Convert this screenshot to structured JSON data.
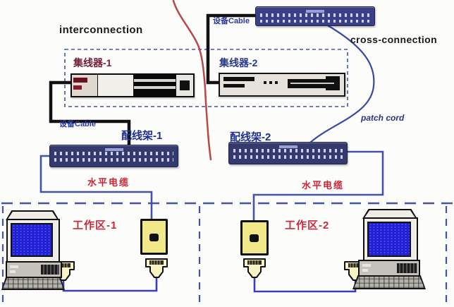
{
  "sections": {
    "interconnection": "interconnection",
    "cross_connection": "cross-connection"
  },
  "devices": {
    "hub1": "集线器-1",
    "hub2": "集线器-2",
    "panel1": "配线架-1",
    "panel2": "配线架-2"
  },
  "cables": {
    "equipment_cable_1": "设备Cable",
    "equipment_cable_2": "设备Cable",
    "patch_cord": "patch cord",
    "horizontal_cable_1": "水平电缆",
    "horizontal_cable_2": "水平电缆"
  },
  "work_areas": {
    "area1": "工作区-1",
    "area2": "工作区-2"
  },
  "colors": {
    "background": "#fcfcfa",
    "cable_black": "#111111",
    "cable_blue": "#4553a5",
    "work_cable_blue": "#3c3cc0",
    "divider_red": "#b84848",
    "label_red": "#cc2436",
    "label_maroon": "#732036",
    "label_blue": "#2a3aa0",
    "panel_navy": "#343a6e",
    "outlet_yellow": "#f1e88a",
    "screen_blue": "#2020cf"
  }
}
